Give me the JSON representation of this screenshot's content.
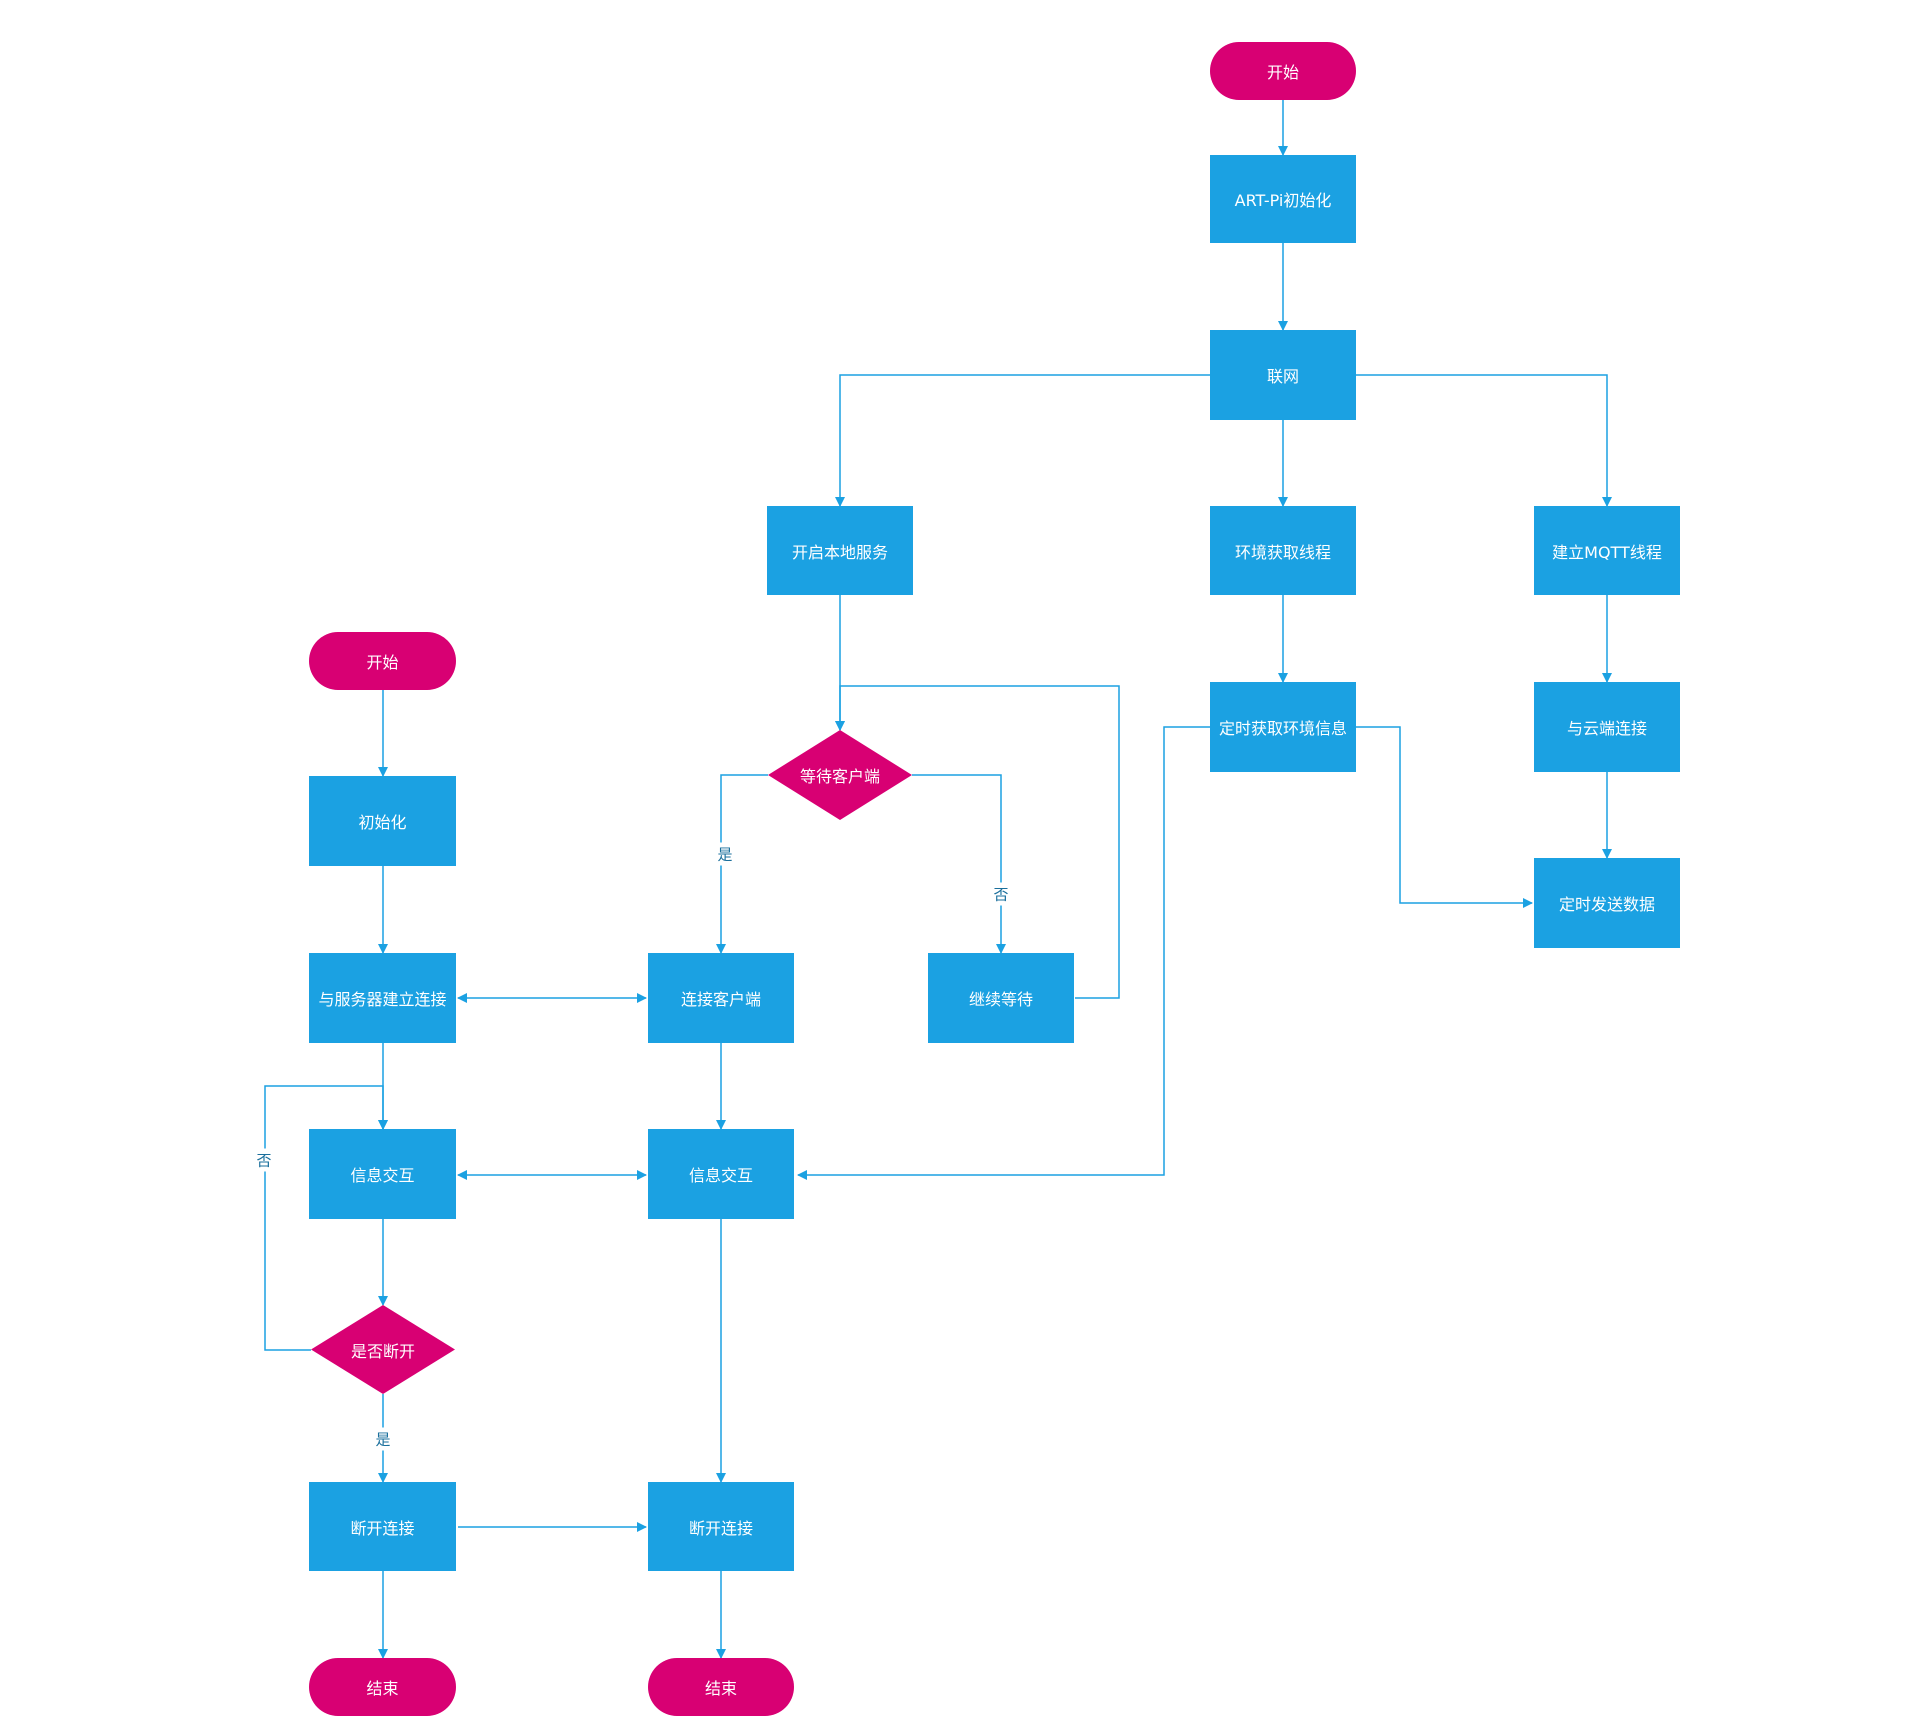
{
  "colors": {
    "process": "#1ba1e2",
    "terminal": "#d80073",
    "decision": "#d80073",
    "edge": "#1ba1e2",
    "label": "#1a6f9c"
  },
  "nodes": {
    "start_right": "开始",
    "init_artpi": "ART-Pi初始化",
    "network": "联网",
    "local_service": "开启本地服务",
    "env_thread": "环境获取线程",
    "mqtt_thread": "建立MQTT线程",
    "timed_env": "定时获取环境信息",
    "cloud_connect": "与云端连接",
    "timed_send": "定时发送数据",
    "wait_client": "等待客户端",
    "connect_client": "连接客户端",
    "keep_waiting": "继续等待",
    "info_exchange_right": "信息交互",
    "disconnect_right": "断开连接",
    "end_right": "结束",
    "start_left": "开始",
    "init_left": "初始化",
    "connect_server": "与服务器建立连接",
    "info_exchange_left": "信息交互",
    "is_disconnected": "是否断开",
    "disconnect_left": "断开连接",
    "end_left": "结束"
  },
  "edge_labels": {
    "wait_yes": "是",
    "wait_no": "否",
    "disc_no": "否",
    "disc_yes": "是"
  }
}
